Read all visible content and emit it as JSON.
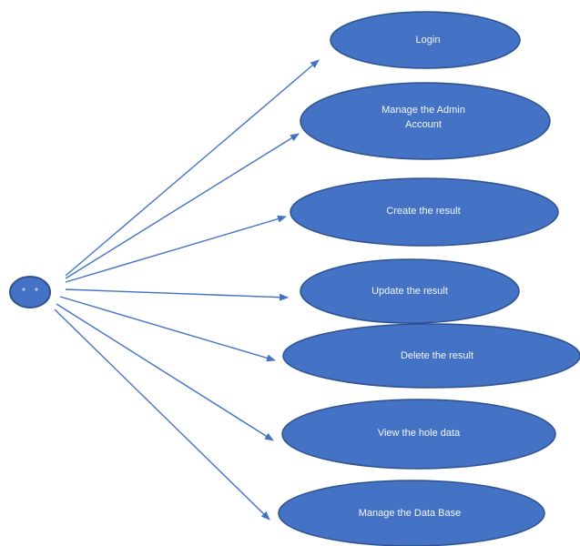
{
  "use_cases": {
    "login": "Login",
    "manage_admin": "Manage the Admin\nAccount",
    "create_result": "Create the result",
    "update_result": "Update the result",
    "delete_result": "Delete the result",
    "view_data": "View the hole data",
    "manage_db": "Manage the Data Base"
  },
  "colors": {
    "ellipse_fill": "#4472c4",
    "ellipse_stroke": "#2f528f",
    "arrow": "#4472c4",
    "label": "#f4f7fc"
  }
}
